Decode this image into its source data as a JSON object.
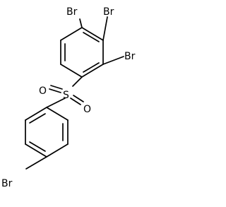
{
  "molecule": {
    "atoms": {
      "br_top_left": "Br",
      "br_top_right": "Br",
      "br_right": "Br",
      "sulfur": "S",
      "oxygen_upper": "O",
      "oxygen_lower": "O",
      "br_bottom": "Br"
    }
  },
  "colors": {
    "bond": "#000000",
    "label": "#000000",
    "background": "#ffffff"
  }
}
